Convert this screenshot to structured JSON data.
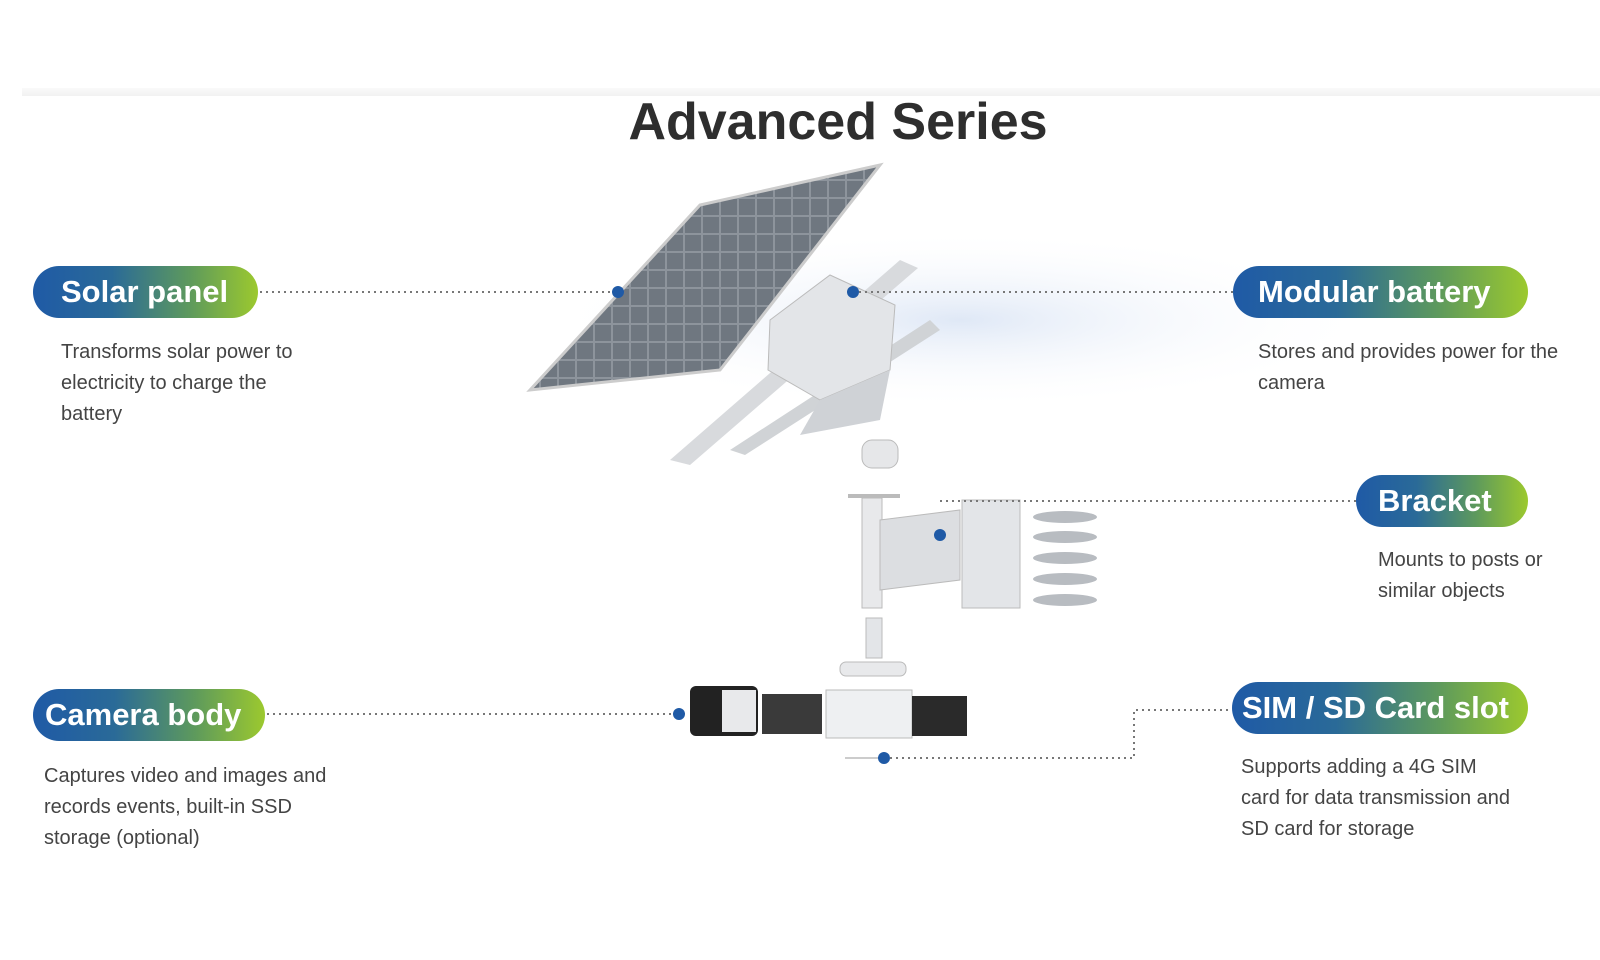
{
  "title": "Advanced Series",
  "features": [
    {
      "label": "Solar panel",
      "description": "Transforms solar power to electricity to charge the battery"
    },
    {
      "label": "Modular battery",
      "description": "Stores and provides power for the camera"
    },
    {
      "label": "Bracket",
      "description": "Mounts to posts or similar objects"
    },
    {
      "label": "Camera body",
      "description": "Captures video and images and records events, built-in SSD storage (optional)"
    },
    {
      "label": "SIM / SD Card slot",
      "description": "Supports adding a 4G SIM card for data transmission and SD card for storage"
    }
  ],
  "colors": {
    "pill_start": "#1f5aa6",
    "pill_end": "#9cc92e",
    "dot": "#1f5aa6",
    "text": "#444444"
  }
}
